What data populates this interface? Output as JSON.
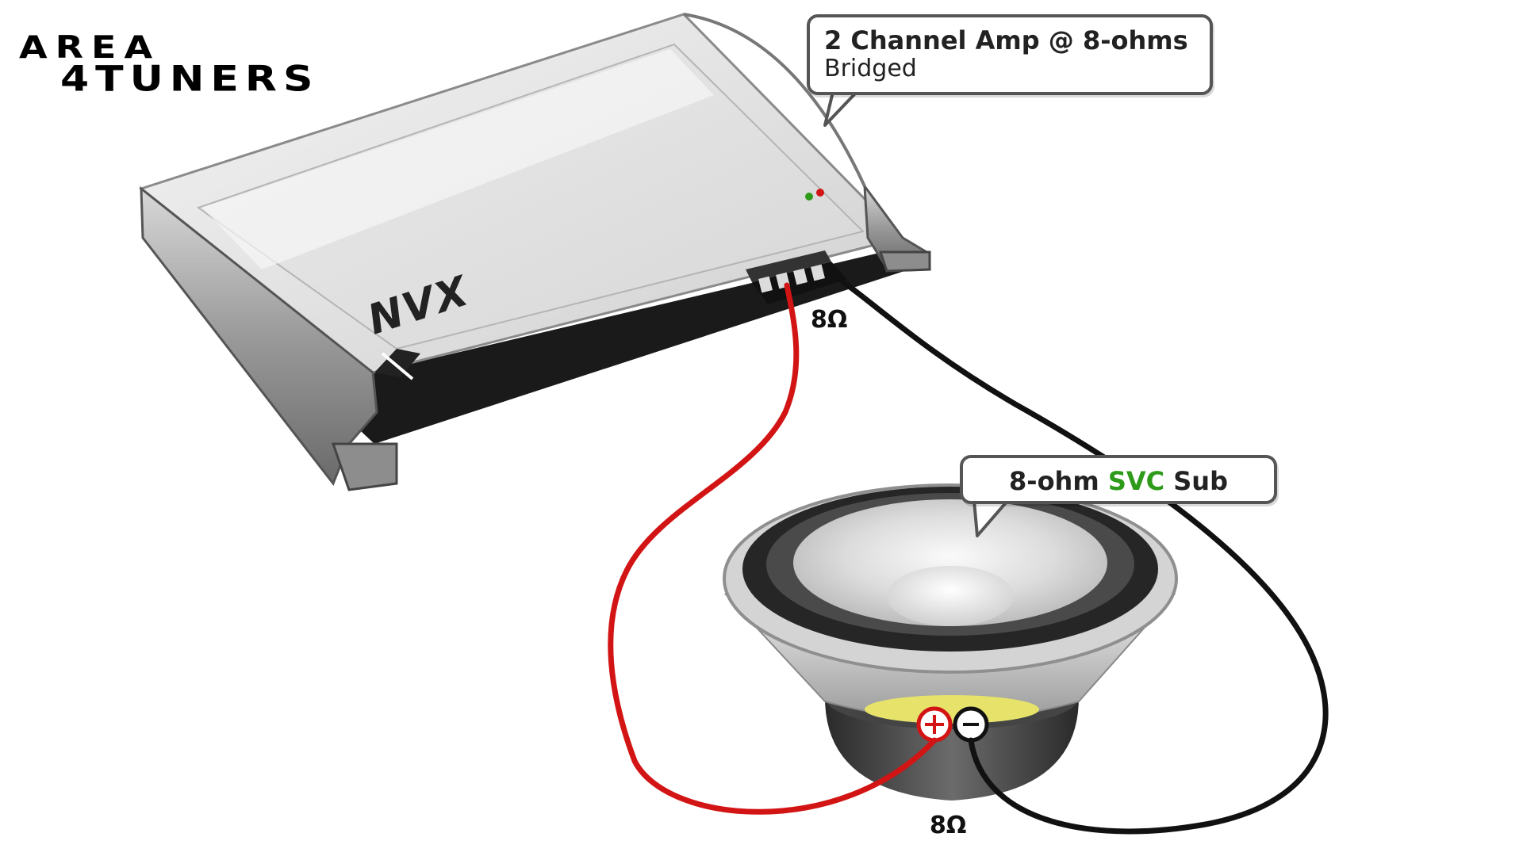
{
  "logo": {
    "line1": "AREA",
    "line2": "4TUNERS"
  },
  "amplifier": {
    "brand": "NVX",
    "callout_title": "2 Channel Amp @ 8-ohms",
    "callout_subtitle": "Bridged",
    "terminal_load": "8Ω"
  },
  "subwoofer": {
    "callout_prefix": "8-ohm ",
    "callout_highlight": "SVC",
    "callout_suffix": " Sub",
    "terminal_positive": "+",
    "terminal_negative": "-",
    "load": "8Ω"
  },
  "colors": {
    "positive_wire": "#d31414",
    "negative_wire": "#111111",
    "svc_highlight": "#2e9a1a",
    "led_green": "#2e9a1a",
    "led_red": "#d31414"
  }
}
